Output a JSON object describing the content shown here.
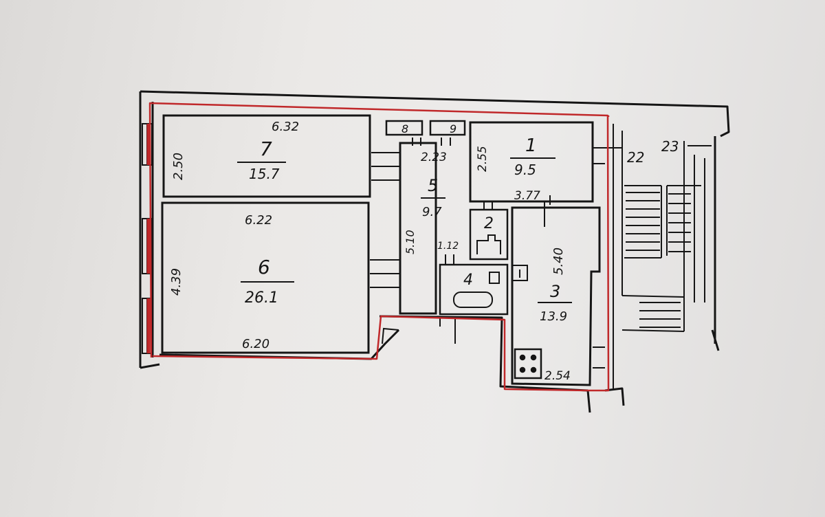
{
  "plan": {
    "colors": {
      "ink": "#151515",
      "boundary": "#c0282a",
      "paper": "#e8e6e4"
    },
    "rooms": [
      {
        "id": "room-1",
        "number": "1",
        "area": "9.5"
      },
      {
        "id": "room-2",
        "number": "2",
        "area": ""
      },
      {
        "id": "room-3",
        "number": "3",
        "area": "13.9"
      },
      {
        "id": "room-4",
        "number": "4",
        "area": ""
      },
      {
        "id": "room-5",
        "number": "5",
        "area": "9.7"
      },
      {
        "id": "room-6",
        "number": "6",
        "area": "26.1"
      },
      {
        "id": "room-7",
        "number": "7",
        "area": "15.7"
      },
      {
        "id": "room-8",
        "number": "8",
        "area": ""
      },
      {
        "id": "room-9",
        "number": "9",
        "area": ""
      }
    ],
    "dimensions": {
      "room7_top": "6.32",
      "room7_side": "2.50",
      "room6_top": "6.22",
      "room6_side": "4.39",
      "room6_bottom": "6.20",
      "room5_side": "5.10",
      "room5_top": "2.23",
      "room5_door": "1.12",
      "room1_side": "2.55",
      "room1_bottom": "3.77",
      "room3_side": "5.40",
      "room3_bottom": "2.54"
    },
    "neighbors": {
      "a": "22",
      "b": "23"
    }
  }
}
